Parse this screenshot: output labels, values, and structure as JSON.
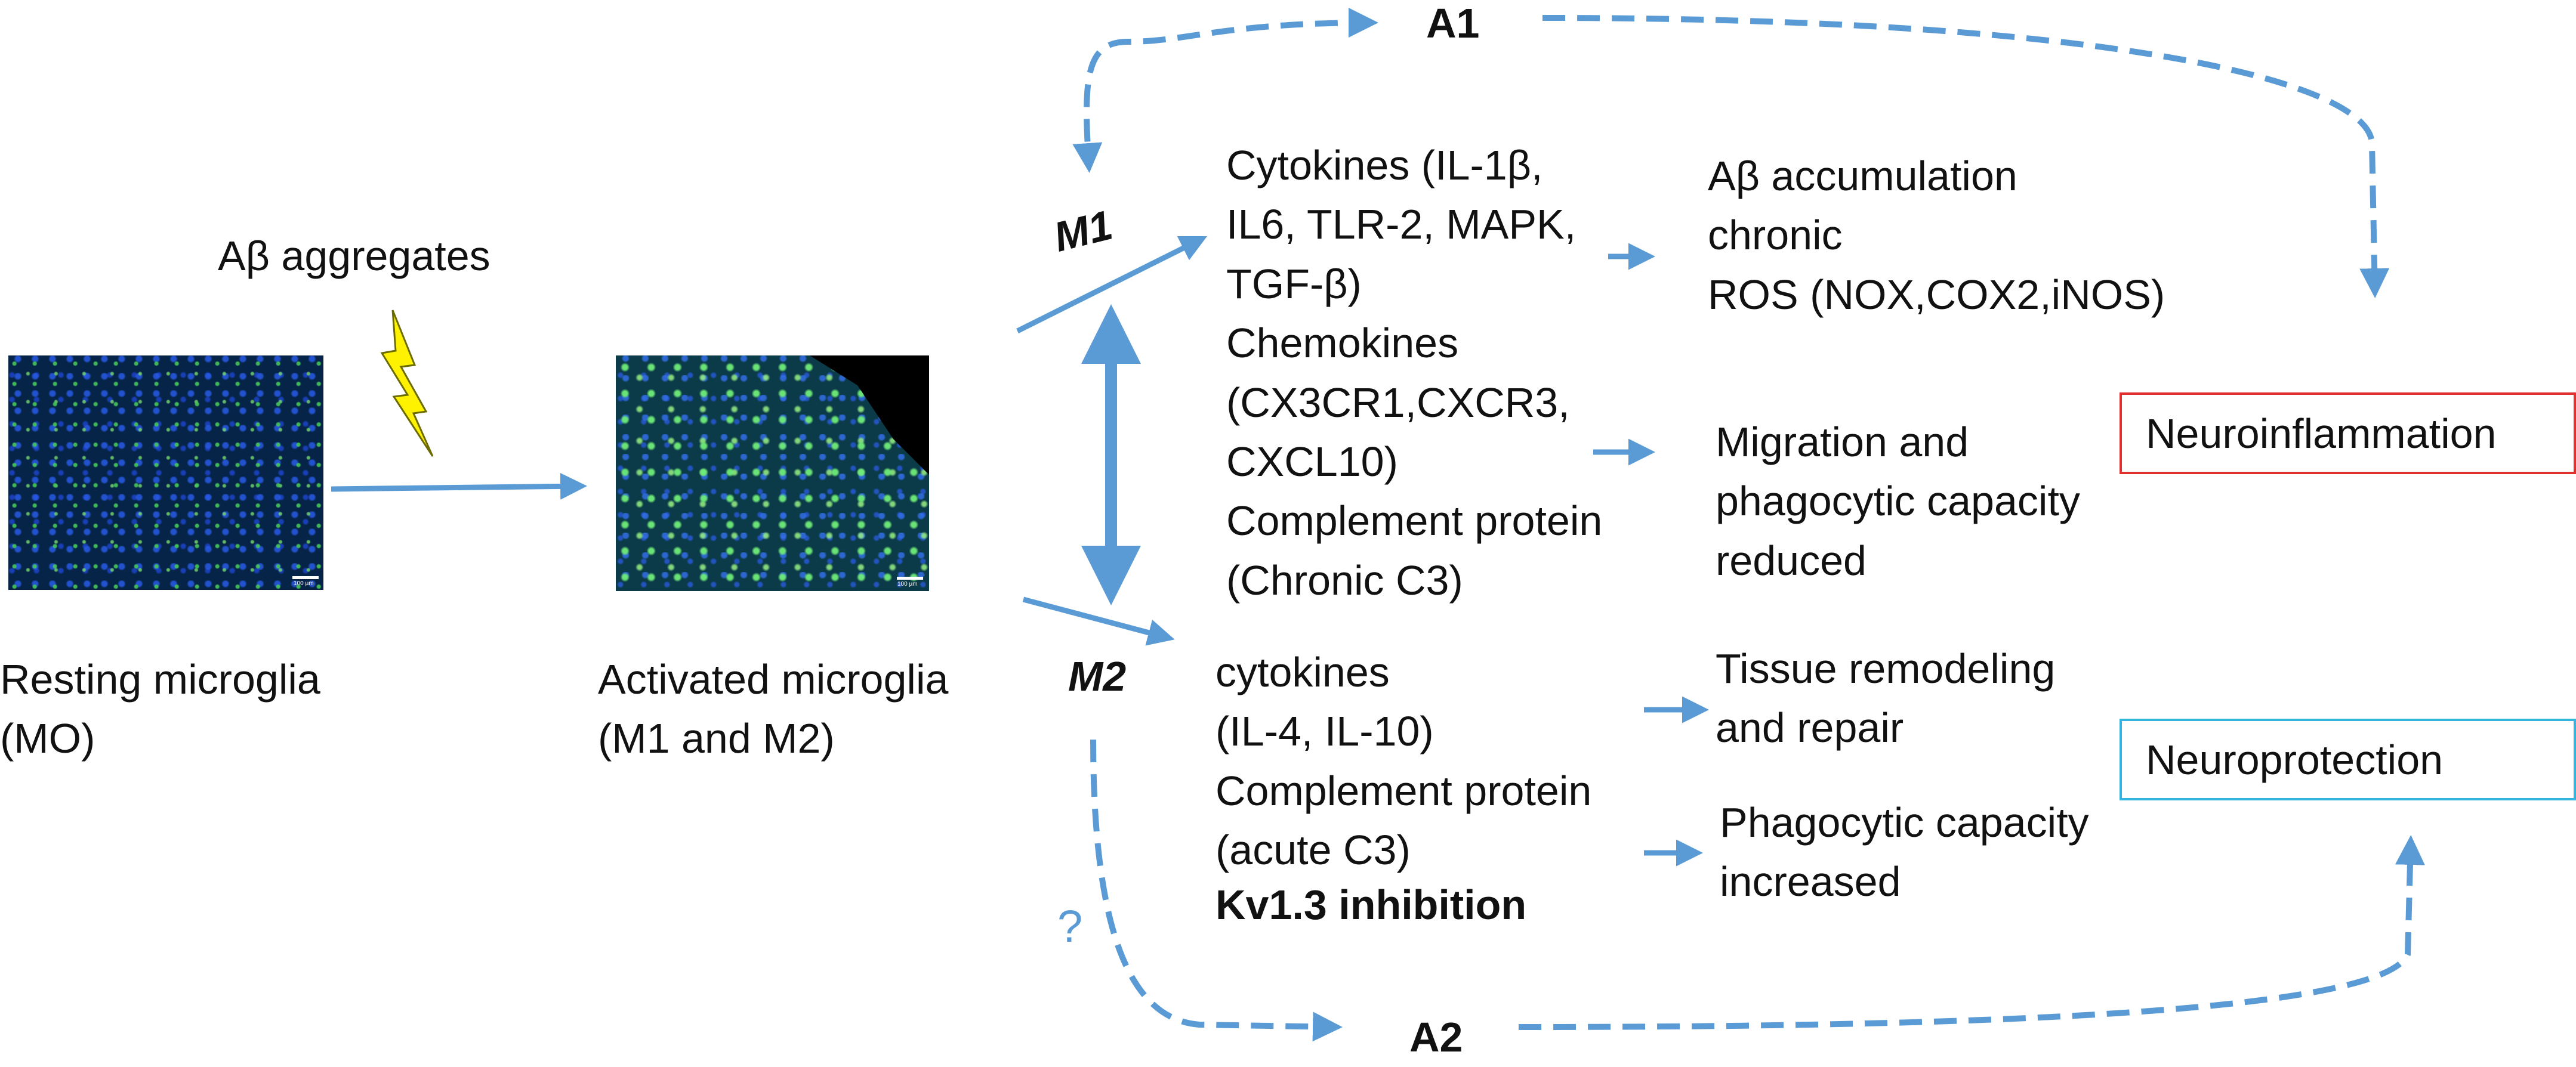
{
  "colors": {
    "arrow": "#5b9bd5",
    "neuroinflammation_border": "#e03030",
    "neuroprotection_border": "#33b5e0",
    "bolt_fill": "#fff200"
  },
  "trigger": {
    "label": "Aβ aggregates",
    "icon": "lightning-bolt-icon"
  },
  "resting": {
    "label": "Resting microglia\n(MO)",
    "scale": "100 µm"
  },
  "activated": {
    "label": "Activated microglia\n(M1 and M2)",
    "scale": "100 µm"
  },
  "states": {
    "m1": "M1",
    "m2": "M2",
    "a1": "A1",
    "a2": "A2",
    "unknown": "?"
  },
  "m1_factors": "Cytokines (IL-1β,\nIL6, TLR-2, MAPK,\nTGF-β)\nChemokines\n(CX3CR1,CXCR3,\nCXCL10)\nComplement protein\n(Chronic C3)",
  "m2_factors": {
    "text": "cytokines\n(IL-4, IL-10)\nComplement protein\n(acute C3)",
    "bold_line": "Kv1.3 inhibition"
  },
  "m1_effects": {
    "first": "Aβ accumulation\nchronic\nROS (NOX,COX2,iNOS)",
    "second": "Migration and\nphagocytic capacity\nreduced"
  },
  "m2_effects": {
    "first": "Tissue remodeling\nand repair",
    "second": "Phagocytic capacity\nincreased"
  },
  "outcomes": {
    "neuroinflammation": "Neuroinflammation",
    "neuroprotection": "Neuroprotection"
  }
}
